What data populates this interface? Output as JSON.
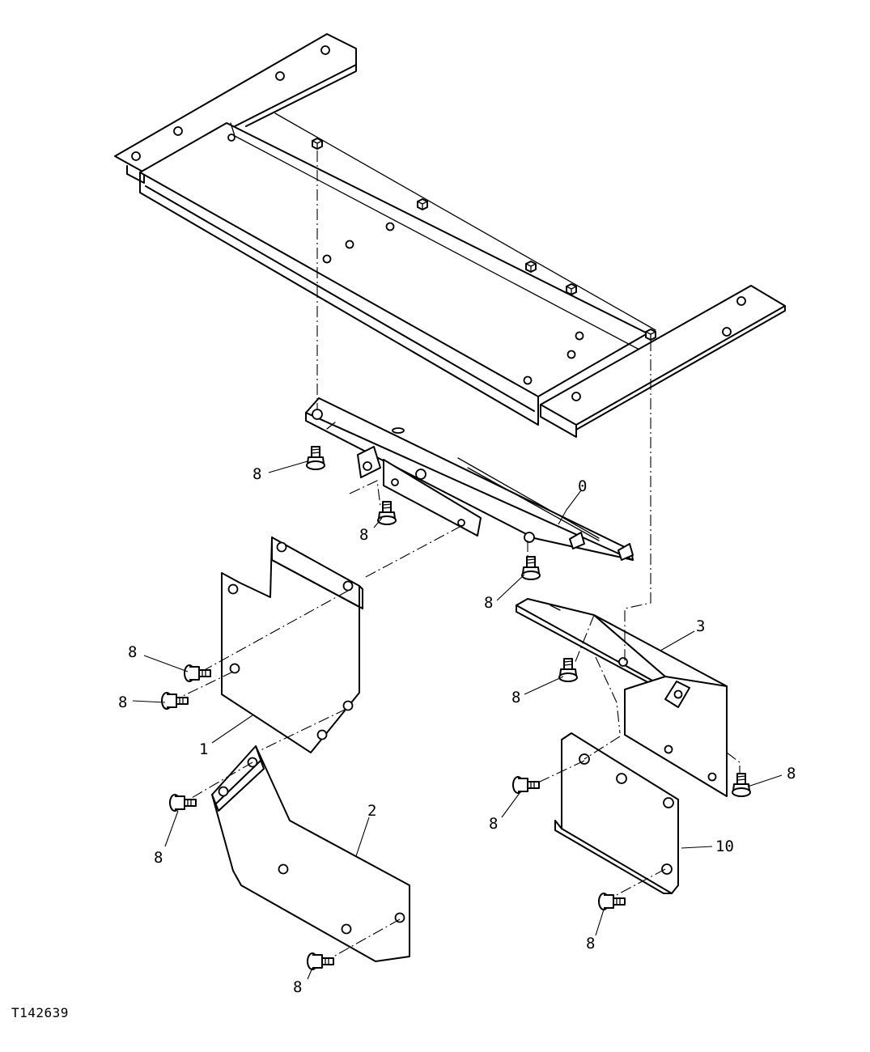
{
  "figure_id": "T142639",
  "callouts": {
    "c0": "0",
    "c1": "1",
    "c2": "2",
    "c3": "3",
    "c8": "8",
    "c10": "10"
  }
}
